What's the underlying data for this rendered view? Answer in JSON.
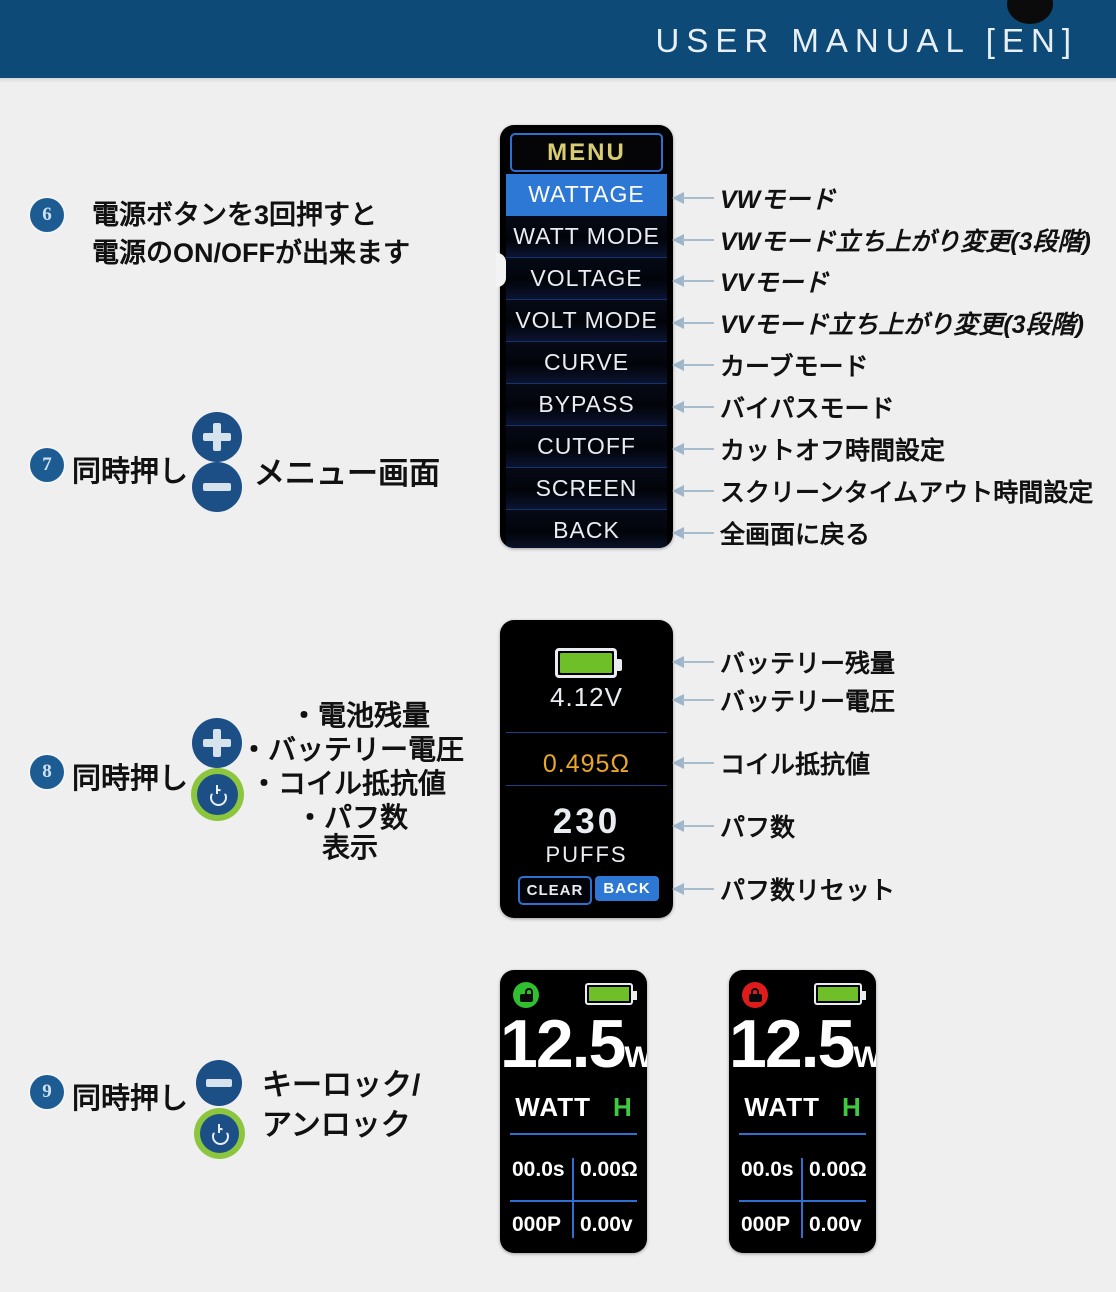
{
  "header": {
    "title": "USER MANUAL [EN]",
    "bar_color": "#0d4a77",
    "dot_color": "#0b0b0b"
  },
  "steps": [
    {
      "number": "6",
      "lines": [
        "電源ボタンを3回押すと",
        "電源のON/OFFが出来ます"
      ],
      "buttons": [],
      "result": ""
    },
    {
      "number": "7",
      "press_label": "同時押し",
      "buttons": [
        "plus",
        "minus"
      ],
      "result": "メニュー画面"
    },
    {
      "number": "8",
      "press_label": "同時押し",
      "buttons": [
        "plus",
        "power"
      ],
      "result_lines": [
        "・電池残量",
        "・バッテリー電圧",
        "・コイル抵抗値",
        "・パフ数",
        "表示"
      ]
    },
    {
      "number": "9",
      "press_label": "同時押し",
      "buttons": [
        "minus",
        "power"
      ],
      "result_lines": [
        "キーロック/",
        "アンロック"
      ]
    }
  ],
  "menu_screen": {
    "title": "MENU",
    "title_color": "#d8cd72",
    "selected_index": 0,
    "items": [
      {
        "label": "WATTAGE",
        "selected": true
      },
      {
        "label": "WATT  MODE",
        "selected": false
      },
      {
        "label": "VOLTAGE",
        "selected": false
      },
      {
        "label": "VOLT  MODE",
        "selected": false
      },
      {
        "label": "CURVE",
        "selected": false
      },
      {
        "label": "BYPASS",
        "selected": false
      },
      {
        "label": "CUTOFF",
        "selected": false
      },
      {
        "label": "SCREEN",
        "selected": false
      },
      {
        "label": "BACK",
        "selected": false
      }
    ],
    "annotations": [
      "VWモード",
      "VWモード立ち上がり変更(3段階)",
      "VVモード",
      "VVモード立ち上がり変更(3段階)",
      "カーブモード",
      "バイパスモード",
      "カットオフ時間設定",
      "スクリーンタイムアウト時間設定",
      "全画面に戻る"
    ]
  },
  "info_screen": {
    "battery_level_pct": 100,
    "battery_color": "#6fc028",
    "voltage": "4.12V",
    "resistance": "0.495Ω",
    "resistance_color": "#e8a72a",
    "puff_count": "230",
    "puff_label": "PUFFS",
    "clear_button": "CLEAR",
    "back_button": "BACK",
    "annotations": [
      "バッテリー残量",
      "バッテリー電圧",
      "コイル抵抗値",
      "パフ数",
      "パフ数リセット"
    ]
  },
  "watt_screens": [
    {
      "lock_state": "unlocked",
      "lock_color": "#2fbf2f",
      "power": "12.5",
      "power_unit": "W",
      "mode": "WATT",
      "mode_level": "H",
      "mode_level_color": "#3ec93e",
      "cells": [
        "00.0s",
        "0.00Ω",
        "000P",
        "0.00v"
      ],
      "battery_color": "#6fc028"
    },
    {
      "lock_state": "locked",
      "lock_color": "#e01b1b",
      "power": "12.5",
      "power_unit": "W",
      "mode": "WATT",
      "mode_level": "H",
      "mode_level_color": "#3ec93e",
      "cells": [
        "00.0s",
        "0.00Ω",
        "000P",
        "0.00v"
      ],
      "battery_color": "#6fc028"
    }
  ]
}
